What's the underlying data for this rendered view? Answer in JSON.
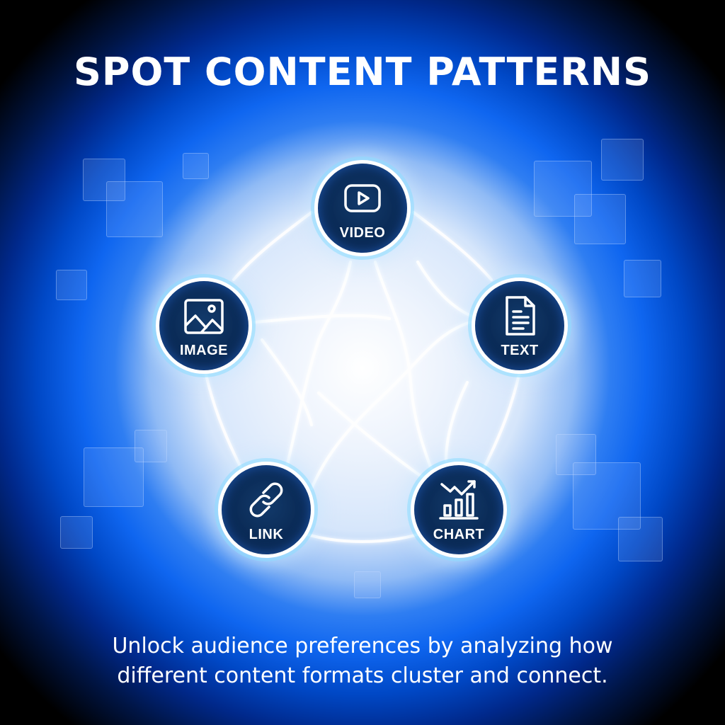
{
  "header": {
    "title": "SPOT CONTENT PATTERNS"
  },
  "nodes": [
    {
      "id": "video",
      "label": "VIDEO",
      "icon": "video-play-icon"
    },
    {
      "id": "image",
      "label": "IMAGE",
      "icon": "image-landscape-icon"
    },
    {
      "id": "text",
      "label": "TEXT",
      "icon": "document-text-icon"
    },
    {
      "id": "link",
      "label": "LINK",
      "icon": "chain-link-icon"
    },
    {
      "id": "chart",
      "label": "CHART",
      "icon": "bar-chart-trend-icon"
    }
  ],
  "footer": {
    "caption_line1": "Unlock audience preferences by analyzing how",
    "caption_line2": "different content formats cluster and connect."
  },
  "colors": {
    "background_center": "#ffffff",
    "background_mid": "#0f66f0",
    "background_edge": "#000000",
    "node_fill": "#0a2a55",
    "node_ring": "#ffffff",
    "node_glow": "#8cdcff",
    "text": "#ffffff"
  }
}
